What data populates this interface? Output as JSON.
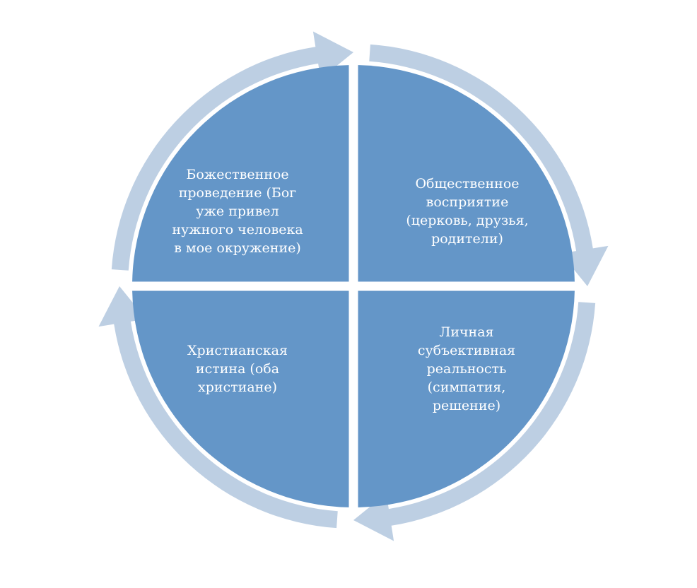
{
  "colors": {
    "quadrant_fill": "#6496C8",
    "arrow_fill": "#BDCFE3",
    "text": "#FFFFFF"
  },
  "quadrants": [
    {
      "id": "top-left",
      "lines": [
        "Божественное",
        "проведение (Бог",
        "уже привел",
        "нужного человека",
        "в мое окружение)"
      ]
    },
    {
      "id": "top-right",
      "lines": [
        "Общественное",
        "восприятие",
        "(церковь, друзья,",
        "родители)"
      ]
    },
    {
      "id": "bottom-right",
      "lines": [
        "Личная",
        "субъективная",
        "реальность",
        "(симпатия,",
        "решение)"
      ]
    },
    {
      "id": "bottom-left",
      "lines": [
        "Христианская",
        "истина (оба",
        "христиане)"
      ]
    }
  ]
}
